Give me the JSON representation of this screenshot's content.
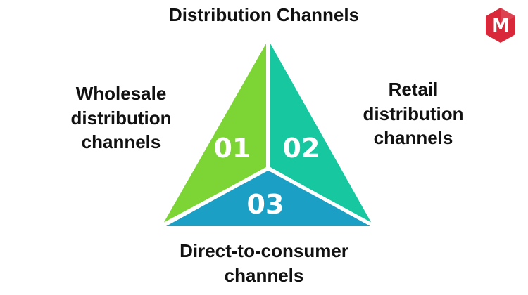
{
  "title": "Distribution Channels",
  "segments": [
    {
      "number": "01",
      "label_lines": [
        "Wholesale",
        "distribution",
        "channels"
      ],
      "color": "#7cd435"
    },
    {
      "number": "02",
      "label_lines": [
        "Retail",
        "distribution",
        "channels"
      ],
      "color": "#17c7a0"
    },
    {
      "number": "03",
      "label_lines": [
        "Direct-to-consumer",
        "channels"
      ],
      "color": "#1b9fc4"
    }
  ],
  "logo": {
    "letter": "M",
    "color": "#d9283a",
    "icon": "hexagon-logo-icon"
  }
}
